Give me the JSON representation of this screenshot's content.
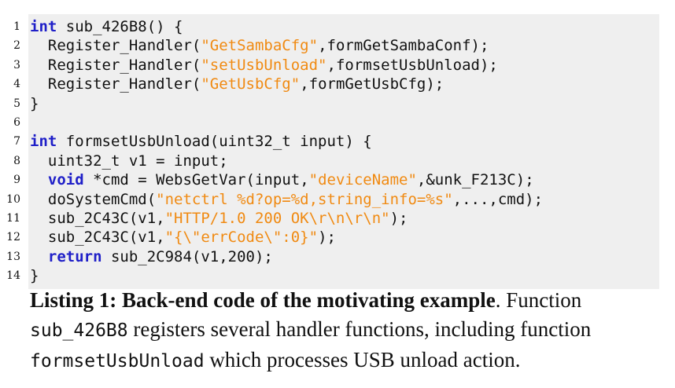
{
  "code_lines": [
    {
      "n": "1",
      "parts": [
        {
          "t": "kw",
          "v": "int"
        },
        {
          "t": "p",
          "v": " sub_426B8() {"
        }
      ]
    },
    {
      "n": "2",
      "parts": [
        {
          "t": "p",
          "v": "  Register_Handler("
        },
        {
          "t": "str",
          "v": "\"GetSambaCfg\""
        },
        {
          "t": "p",
          "v": ",formGetSambaConf);"
        }
      ]
    },
    {
      "n": "3",
      "parts": [
        {
          "t": "p",
          "v": "  Register_Handler("
        },
        {
          "t": "str",
          "v": "\"setUsbUnload\""
        },
        {
          "t": "p",
          "v": ",formsetUsbUnload);"
        }
      ]
    },
    {
      "n": "4",
      "parts": [
        {
          "t": "p",
          "v": "  Register_Handler("
        },
        {
          "t": "str",
          "v": "\"GetUsbCfg\""
        },
        {
          "t": "p",
          "v": ",formGetUsbCfg);"
        }
      ]
    },
    {
      "n": "5",
      "parts": [
        {
          "t": "p",
          "v": "}"
        }
      ]
    },
    {
      "n": "6",
      "parts": []
    },
    {
      "n": "7",
      "parts": [
        {
          "t": "kw",
          "v": "int"
        },
        {
          "t": "p",
          "v": " formsetUsbUnload(uint32_t input) {"
        }
      ]
    },
    {
      "n": "8",
      "parts": [
        {
          "t": "p",
          "v": "  uint32_t v1 = input;"
        }
      ]
    },
    {
      "n": "9",
      "parts": [
        {
          "t": "p",
          "v": "  "
        },
        {
          "t": "kw",
          "v": "void"
        },
        {
          "t": "p",
          "v": " *cmd = WebsGetVar(input,"
        },
        {
          "t": "str",
          "v": "\"deviceName\""
        },
        {
          "t": "p",
          "v": ",&unk_F213C);"
        }
      ]
    },
    {
      "n": "10",
      "parts": [
        {
          "t": "p",
          "v": "  doSystemCmd("
        },
        {
          "t": "str",
          "v": "\"netctrl %d?op=%d,string_info=%s\""
        },
        {
          "t": "p",
          "v": ",...,cmd);"
        }
      ]
    },
    {
      "n": "11",
      "parts": [
        {
          "t": "p",
          "v": "  sub_2C43C(v1,"
        },
        {
          "t": "str",
          "v": "\"HTTP/1.0 200 OK\\r\\n\\r\\n\""
        },
        {
          "t": "p",
          "v": ");"
        }
      ]
    },
    {
      "n": "12",
      "parts": [
        {
          "t": "p",
          "v": "  sub_2C43C(v1,"
        },
        {
          "t": "str",
          "v": "\"{\\\"errCode\\\":0}\""
        },
        {
          "t": "p",
          "v": ");"
        }
      ]
    },
    {
      "n": "13",
      "parts": [
        {
          "t": "p",
          "v": "  "
        },
        {
          "t": "kw",
          "v": "return"
        },
        {
          "t": "p",
          "v": " sub_2C984(v1,200);"
        }
      ]
    },
    {
      "n": "14",
      "parts": [
        {
          "t": "p",
          "v": "}"
        }
      ]
    }
  ],
  "caption": {
    "bold": "Listing 1: Back-end code of the motivating example",
    "after_bold": ". Function",
    "mono1": "sub_426B8",
    "text1": " registers several handler functions, including function",
    "mono2": "formsetUsbUnload",
    "text2": " which processes USB unload action."
  },
  "colors": {
    "keyword": "#1f1fc8",
    "string": "#f08a12",
    "code_background": "#efefef"
  }
}
